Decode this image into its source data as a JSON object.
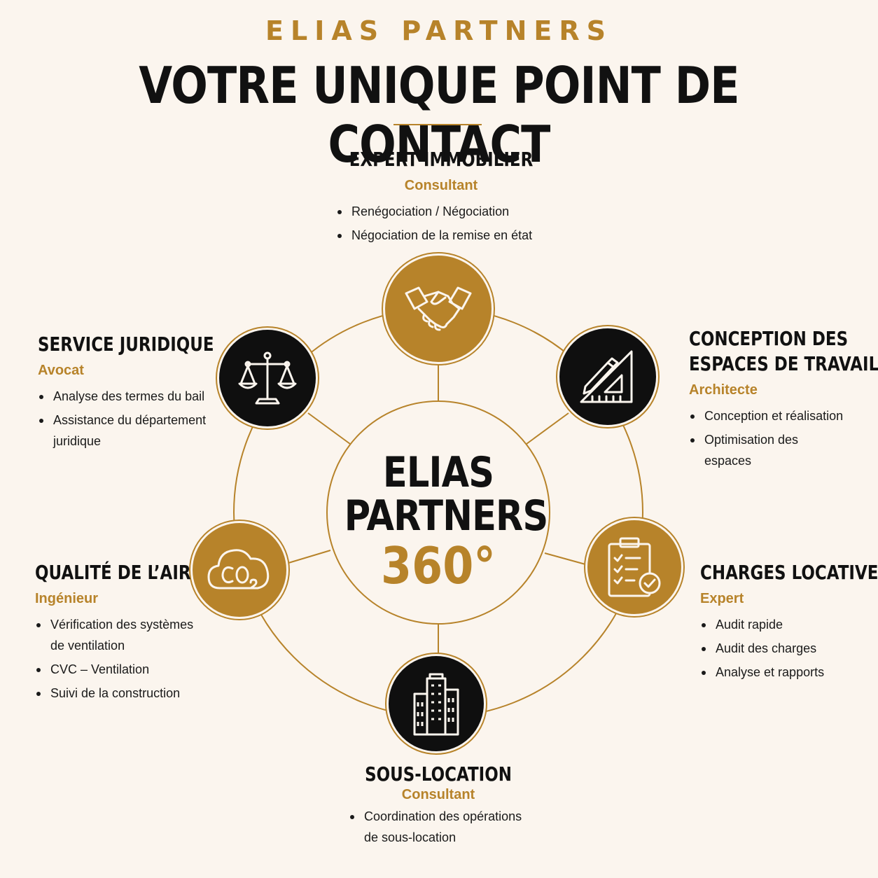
{
  "header": {
    "brand": "ELIAS PARTNERS",
    "title": "VOTRE UNIQUE POINT DE CONTACT"
  },
  "colors": {
    "gold": "#b7832a",
    "black": "#0f0f0f",
    "background": "#fbf5ee"
  },
  "center": {
    "line1": "ELIAS",
    "line2": "PARTNERS",
    "line3": "360°"
  },
  "services": {
    "immobilier": {
      "icon": "handshake-icon",
      "title": "EXPERT IMMOBILIER",
      "role": "Consultant",
      "items": [
        "Renégociation / Négociation",
        "Négociation de la remise en état"
      ]
    },
    "juridique": {
      "icon": "scales-icon",
      "title": "SERVICE JURIDIQUE",
      "role": "Avocat",
      "items": [
        "Analyse des termes du bail",
        "Assistance du département juridique"
      ]
    },
    "conception": {
      "icon": "ruler-pencil-icon",
      "title_line1": "CONCEPTION DES",
      "title_line2": "ESPACES DE TRAVAIL",
      "role": "Architecte",
      "items": [
        "Conception et réalisation",
        "Optimisation des espaces"
      ]
    },
    "air": {
      "icon": "co2-cloud-icon",
      "title": "QUALITÉ DE L’AIR",
      "role": "Ingénieur",
      "items": [
        "Vérification des systèmes de ventilation",
        "CVC – Ventilation",
        "Suivi de la construction"
      ]
    },
    "charges": {
      "icon": "clipboard-check-icon",
      "title": "CHARGES LOCATIVES",
      "role": "Expert",
      "items": [
        "Audit rapide",
        "Audit des charges",
        "Analyse et rapports"
      ]
    },
    "souslocation": {
      "icon": "buildings-icon",
      "title": "SOUS-LOCATION",
      "role": "Consultant",
      "items": [
        "Coordination des opérations de sous-location"
      ]
    }
  }
}
